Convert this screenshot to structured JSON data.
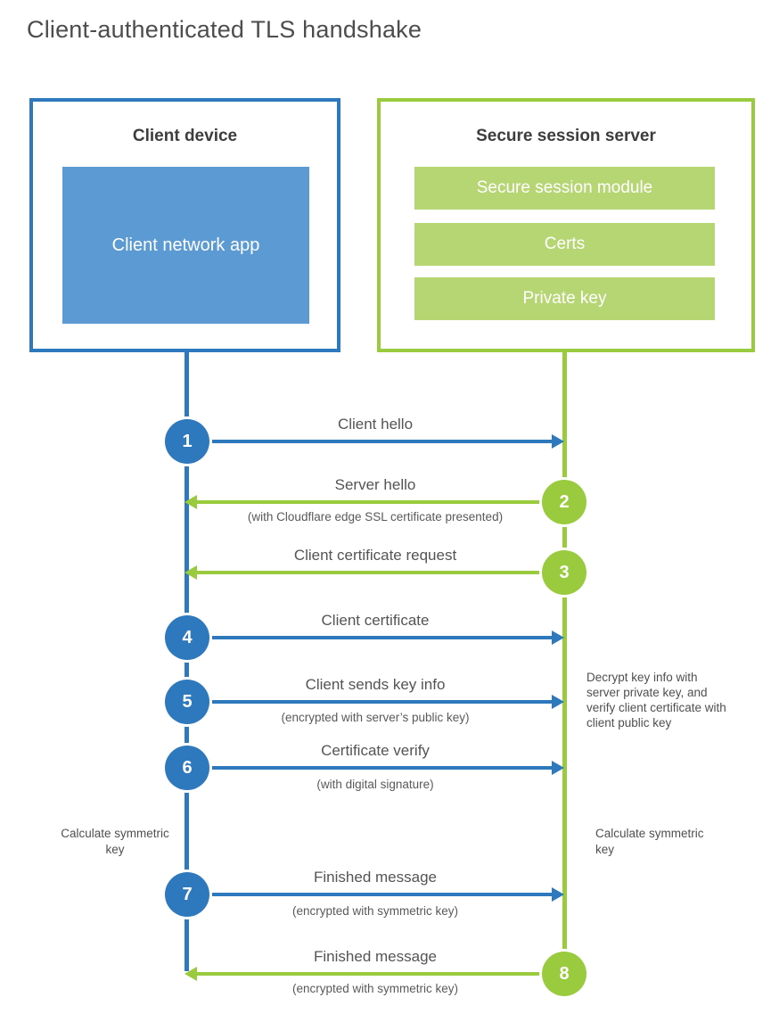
{
  "title": "Client-authenticated TLS handshake",
  "colors": {
    "blue": "#2e78bd",
    "blue_fill": "#5b9ad2",
    "green": "#9aca3e",
    "green_fill": "#b6d573",
    "heading_text": "#3d3d3d",
    "label_text": "#545454"
  },
  "client_box": {
    "title": "Client device",
    "app_label": "Client network app"
  },
  "server_box": {
    "title": "Secure session server",
    "modules": [
      "Secure session module",
      "Certs",
      "Private key"
    ]
  },
  "steps": [
    {
      "number": "1",
      "label": "Client hello",
      "direction": "client-to-server"
    },
    {
      "number": "2",
      "label": "Server hello",
      "sublabel": "(with Cloudflare edge SSL certificate presented)",
      "direction": "server-to-client"
    },
    {
      "number": "3",
      "label": "Client certificate request",
      "direction": "server-to-client"
    },
    {
      "number": "4",
      "label": "Client certificate",
      "direction": "client-to-server"
    },
    {
      "number": "5",
      "label": "Client sends key info",
      "sublabel": "(encrypted with server’s public key)",
      "direction": "client-to-server"
    },
    {
      "number": "6",
      "label": "Certificate verify",
      "sublabel": "(with digital signature)",
      "direction": "client-to-server"
    },
    {
      "number": "7",
      "label": "Finished message",
      "sublabel": "(encrypted with symmetric key)",
      "direction": "client-to-server"
    },
    {
      "number": "8",
      "label": "Finished message",
      "sublabel": "(encrypted with symmetric key)",
      "direction": "server-to-client"
    }
  ],
  "annotations": {
    "server_note": "Decrypt key info with server private key, and verify client certificate with client public key",
    "calc_left": "Calculate symmetric key",
    "calc_right": "Calculate symmetric key"
  }
}
